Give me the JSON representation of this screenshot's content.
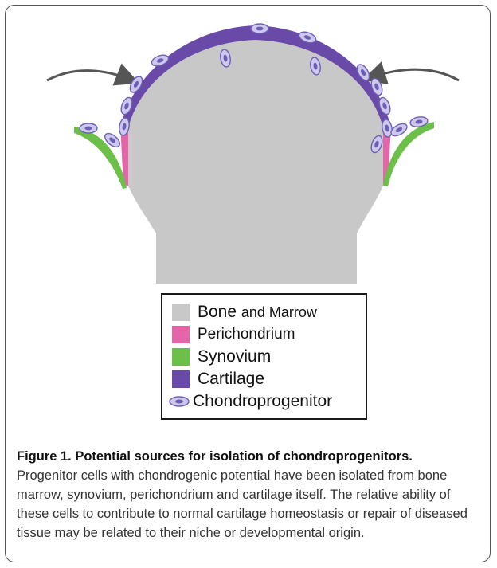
{
  "colors": {
    "bone_marrow": "#c8c8c8",
    "perichondrium": "#e266a8",
    "synovium": "#6cc04a",
    "cartilage": "#6a4aa8",
    "chondroprogenitor_fill": "#cfc8ea",
    "chondroprogenitor_nucleus": "#6a5fb8",
    "arrow": "#555555"
  },
  "legend": {
    "items": [
      {
        "label": "Bone",
        "suffix": "and Marrow",
        "key": "bone_marrow"
      },
      {
        "label": "Perichondrium",
        "key": "perichondrium"
      },
      {
        "label": "Synovium",
        "key": "synovium"
      },
      {
        "label": "Cartilage",
        "key": "cartilage"
      },
      {
        "label": "Chondroprogenitor",
        "key": "chondroprogenitor"
      }
    ]
  },
  "caption": {
    "title": "Figure 1. Potential sources for isolation of chondroprogenitors.",
    "body": "Progenitor cells with chondrogenic potential have been isolated from bone marrow, synovium, perichondrium and cartilage itself. The relative ability of these cells to contribute to normal cartilage homeostasis or repair of diseased tissue may be related to their niche or developmental origin."
  }
}
